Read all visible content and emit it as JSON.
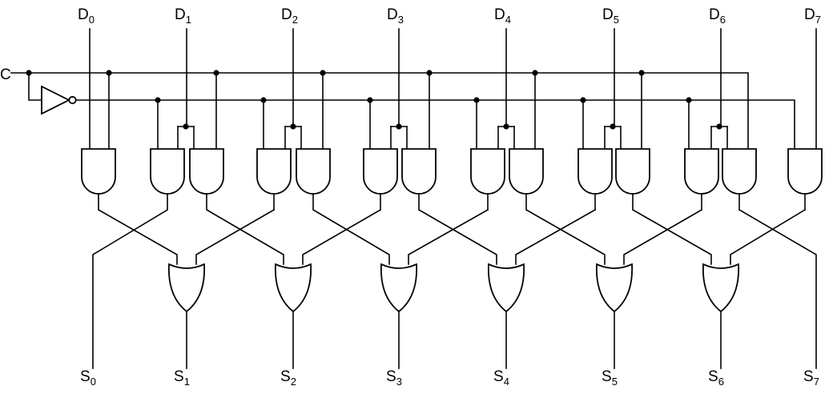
{
  "diagram": {
    "control_label": "C",
    "inputs": [
      {
        "base": "D",
        "sub": "0"
      },
      {
        "base": "D",
        "sub": "1"
      },
      {
        "base": "D",
        "sub": "2"
      },
      {
        "base": "D",
        "sub": "3"
      },
      {
        "base": "D",
        "sub": "4"
      },
      {
        "base": "D",
        "sub": "5"
      },
      {
        "base": "D",
        "sub": "6"
      },
      {
        "base": "D",
        "sub": "7"
      }
    ],
    "outputs": [
      {
        "base": "S",
        "sub": "0"
      },
      {
        "base": "S",
        "sub": "1"
      },
      {
        "base": "S",
        "sub": "2"
      },
      {
        "base": "S",
        "sub": "3"
      },
      {
        "base": "S",
        "sub": "4"
      },
      {
        "base": "S",
        "sub": "5"
      },
      {
        "base": "S",
        "sub": "6"
      },
      {
        "base": "S",
        "sub": "7"
      }
    ]
  }
}
